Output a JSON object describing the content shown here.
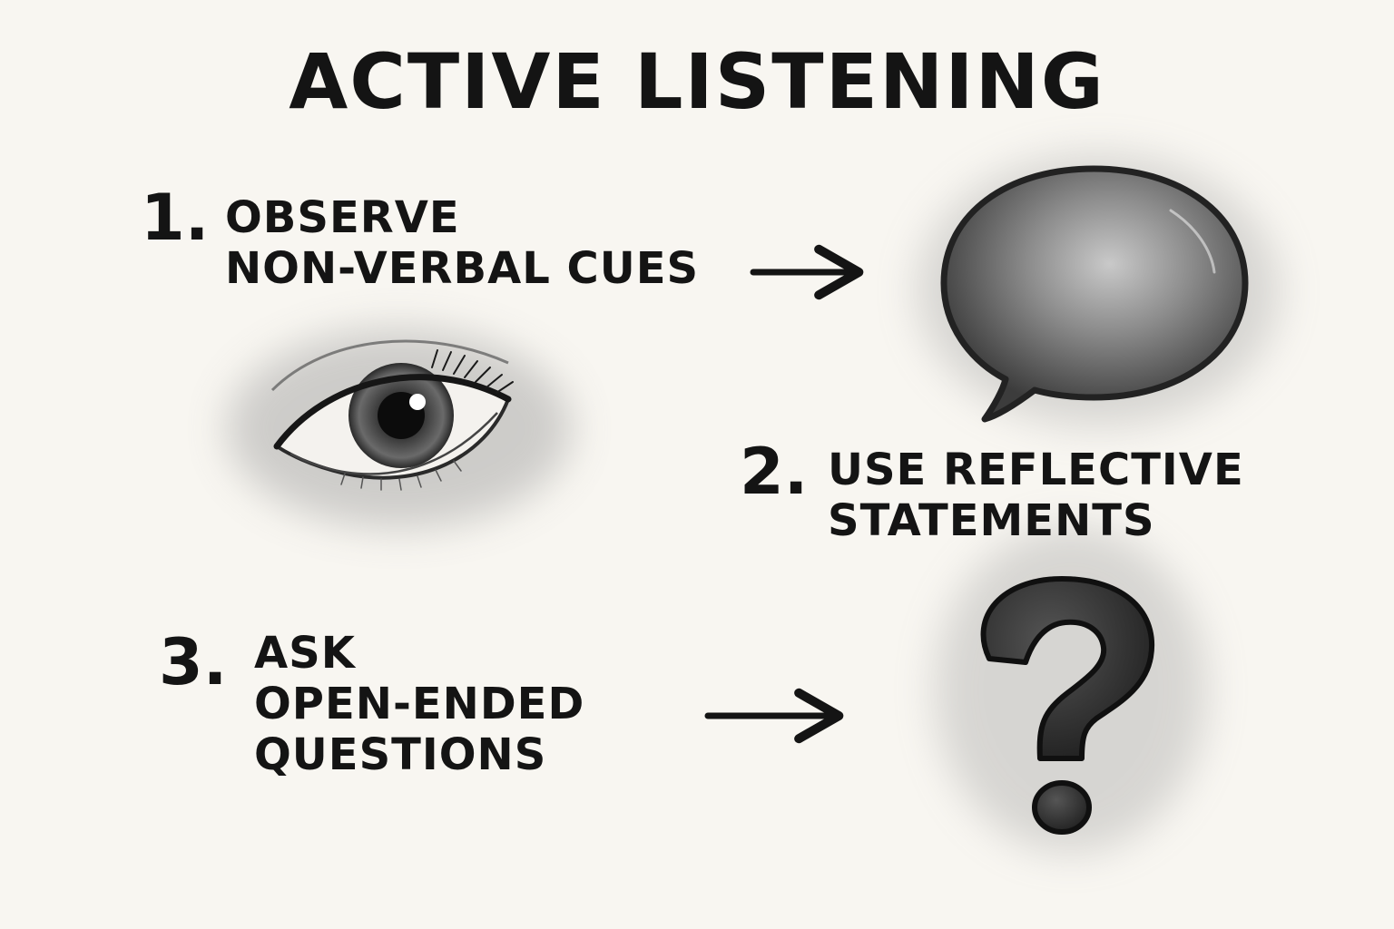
{
  "title": "ACTIVE LISTENING",
  "steps": [
    {
      "number": "1.",
      "lines": [
        "OBSERVE",
        "NON-VERBAL CUES"
      ],
      "icon": "eye-icon"
    },
    {
      "number": "2.",
      "lines": [
        "USE REFLECTIVE",
        "STATEMENTS"
      ],
      "icon": "speech-bubble-icon"
    },
    {
      "number": "3.",
      "lines": [
        "ASK",
        "OPEN-ENDED",
        "QUESTIONS"
      ],
      "icon": "question-mark-icon"
    }
  ],
  "colors": {
    "background": "#f8f6f1",
    "ink": "#141414",
    "wash": "#8a8a8a"
  }
}
